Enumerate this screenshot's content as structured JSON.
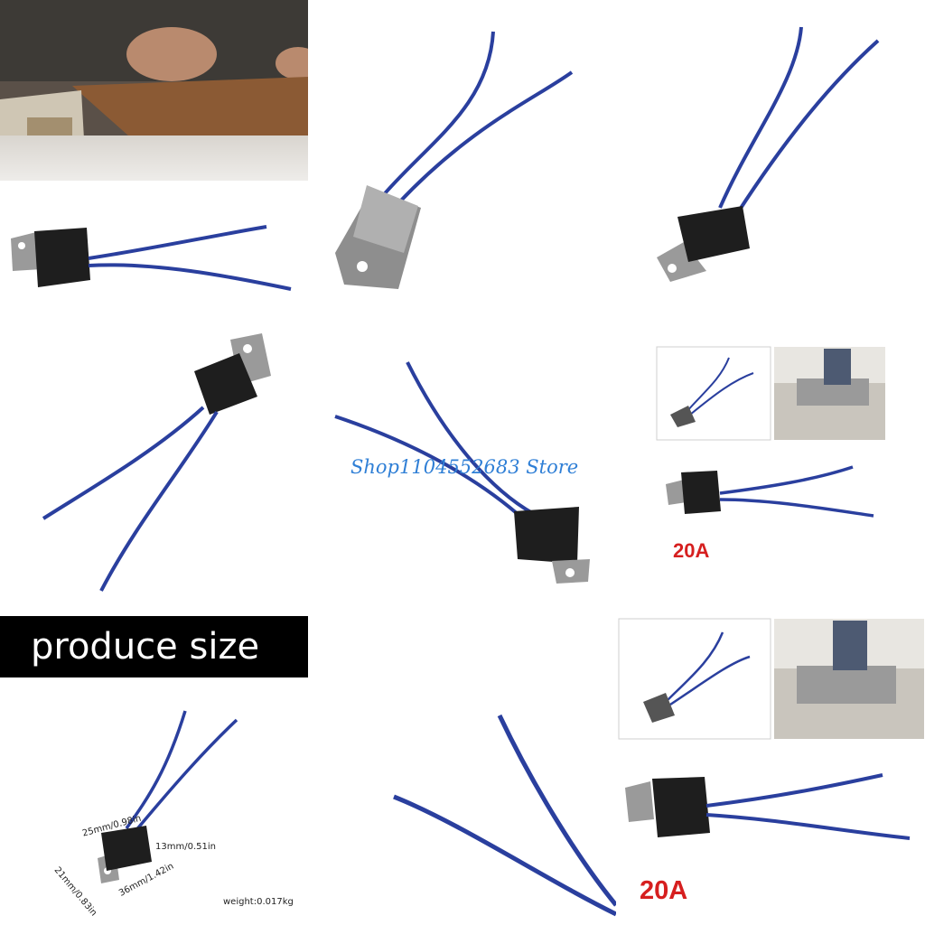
{
  "banner": {
    "text": "produce size"
  },
  "watermark": "Shop1104552683 Store",
  "rating_labels": [
    "20A",
    "20A"
  ],
  "dimensions": {
    "top_width": "25mm/0.98in",
    "height": "13mm/0.51in",
    "depth": "21mm/0.83in",
    "length": "36mm/1.42in",
    "weight": "weight:0.017kg"
  },
  "colors": {
    "wire": "#2a3f9e",
    "body": "#1e1e1e",
    "bracket": "#9a9a9a",
    "accent": "#d61f1f",
    "watermark": "#2f7fd6"
  }
}
